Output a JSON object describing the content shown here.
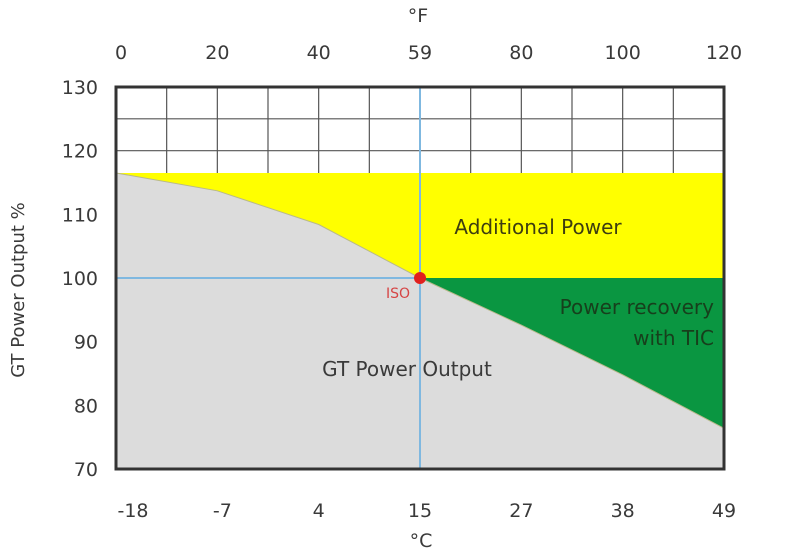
{
  "chart_data": {
    "type": "area",
    "title": "",
    "xlabel_bottom": "°C",
    "xlabel_top": "°F",
    "ylabel": "GT Power Output %",
    "ylim": [
      70,
      130
    ],
    "y_ticks": [
      70,
      80,
      90,
      100,
      110,
      120,
      130
    ],
    "x_ticks_celsius": [
      -18,
      -7,
      4,
      15,
      27,
      38,
      49
    ],
    "x_ticks_fahrenheit": [
      0,
      20,
      40,
      59,
      80,
      100,
      120
    ],
    "grid": true,
    "reference_point": {
      "label": "ISO",
      "temp_c": 15,
      "temp_f": 59,
      "power_pct": 100
    },
    "series": [
      {
        "name": "GT Power Output",
        "region": "below curve",
        "color": "#dcdcdc",
        "points_c": [
          [
            -18,
            116.5
          ],
          [
            -7,
            113.7
          ],
          [
            4,
            108.4
          ],
          [
            15,
            100
          ],
          [
            27,
            92.6
          ],
          [
            38,
            84.8
          ],
          [
            49,
            76.4
          ]
        ]
      },
      {
        "name": "Additional Power",
        "region": "between curve and cap (T < 15°C); between 100% and cap (T > 15°C)",
        "color": "#ffff00",
        "cap_pct": 116.5
      },
      {
        "name": "Power recovery with TIC",
        "region": "between curve and 100% for T > 15°C",
        "color": "#0a9641",
        "points_c": [
          [
            15,
            100
          ],
          [
            49,
            100
          ],
          [
            49,
            76.4
          ]
        ]
      }
    ],
    "annotations": [
      "Additional Power",
      "Power recovery with TIC",
      "GT Power Output",
      "ISO"
    ]
  },
  "labels": {
    "unit_top": "°F",
    "unit_bottom": "°C",
    "ylabel": "GT Power Output %",
    "additional_power": "Additional Power",
    "power_recovery_line1": "Power recovery",
    "power_recovery_line2": "with TIC",
    "gt_power_output": "GT Power Output",
    "iso": "ISO"
  },
  "colors": {
    "gray": "#dcdcdc",
    "yellow": "#ffff00",
    "green": "#0a9641",
    "iso_line": "#7fb8e0",
    "iso_point": "#e0201e",
    "grid": "#555555",
    "border": "#333333",
    "additional_text": "#3d3d10",
    "recovery_text": "#173f1c",
    "gt_text": "#3a3a3a"
  }
}
